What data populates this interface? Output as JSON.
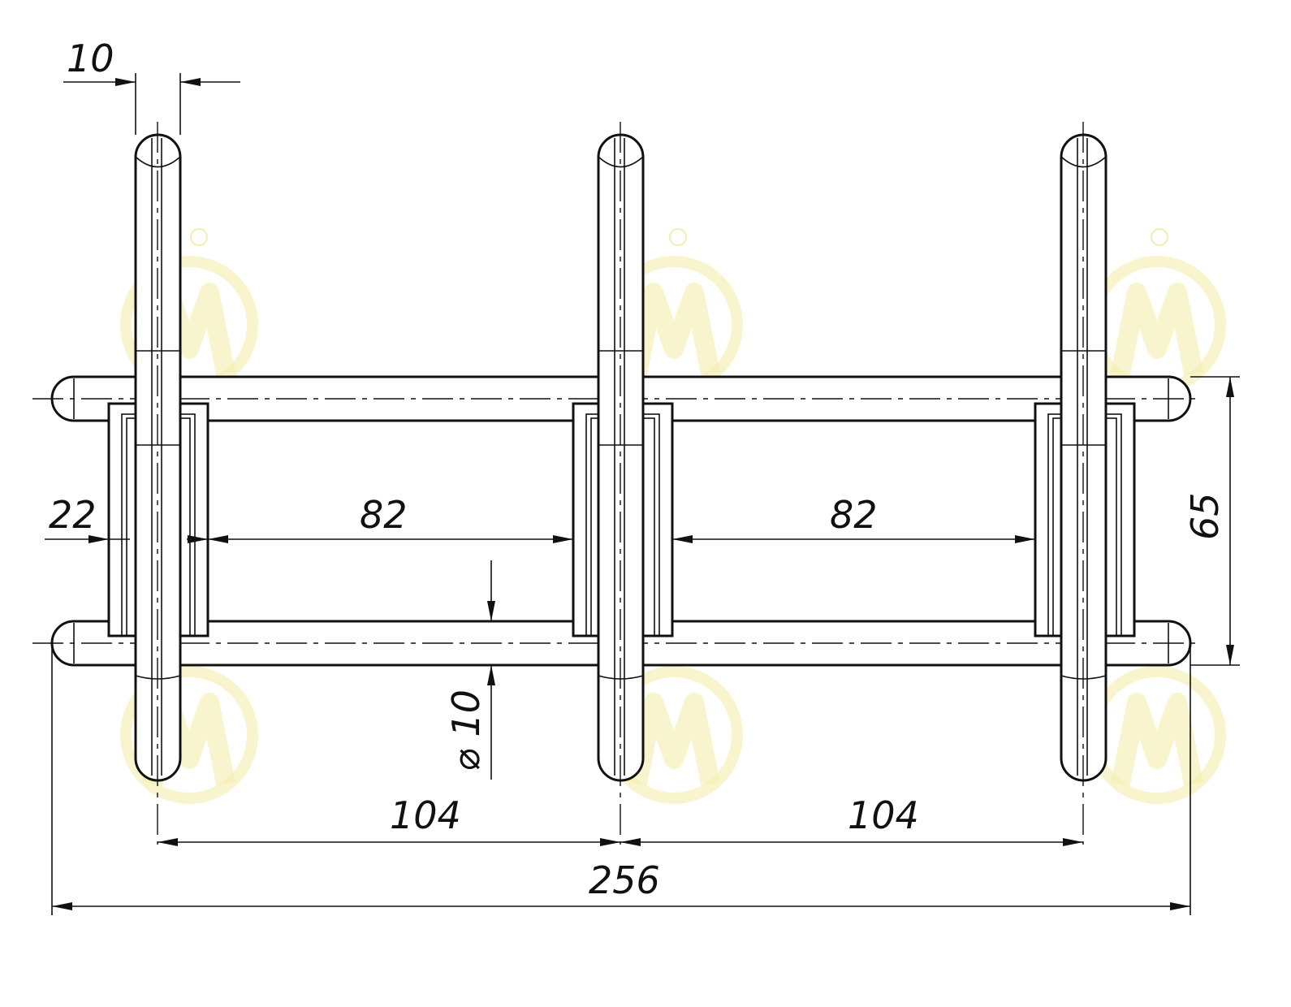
{
  "drawing": {
    "dimensions": {
      "hook_width": "10",
      "bracket_width": "22",
      "gap_left": "82",
      "gap_right": "82",
      "rail_spacing": "65",
      "rod_diameter": "⌀ 10",
      "pitch_left": "104",
      "pitch_right": "104",
      "overall_length": "256"
    }
  },
  "colors": {
    "line": "#111111",
    "background": "#ffffff",
    "watermark": "#f3eca6"
  }
}
